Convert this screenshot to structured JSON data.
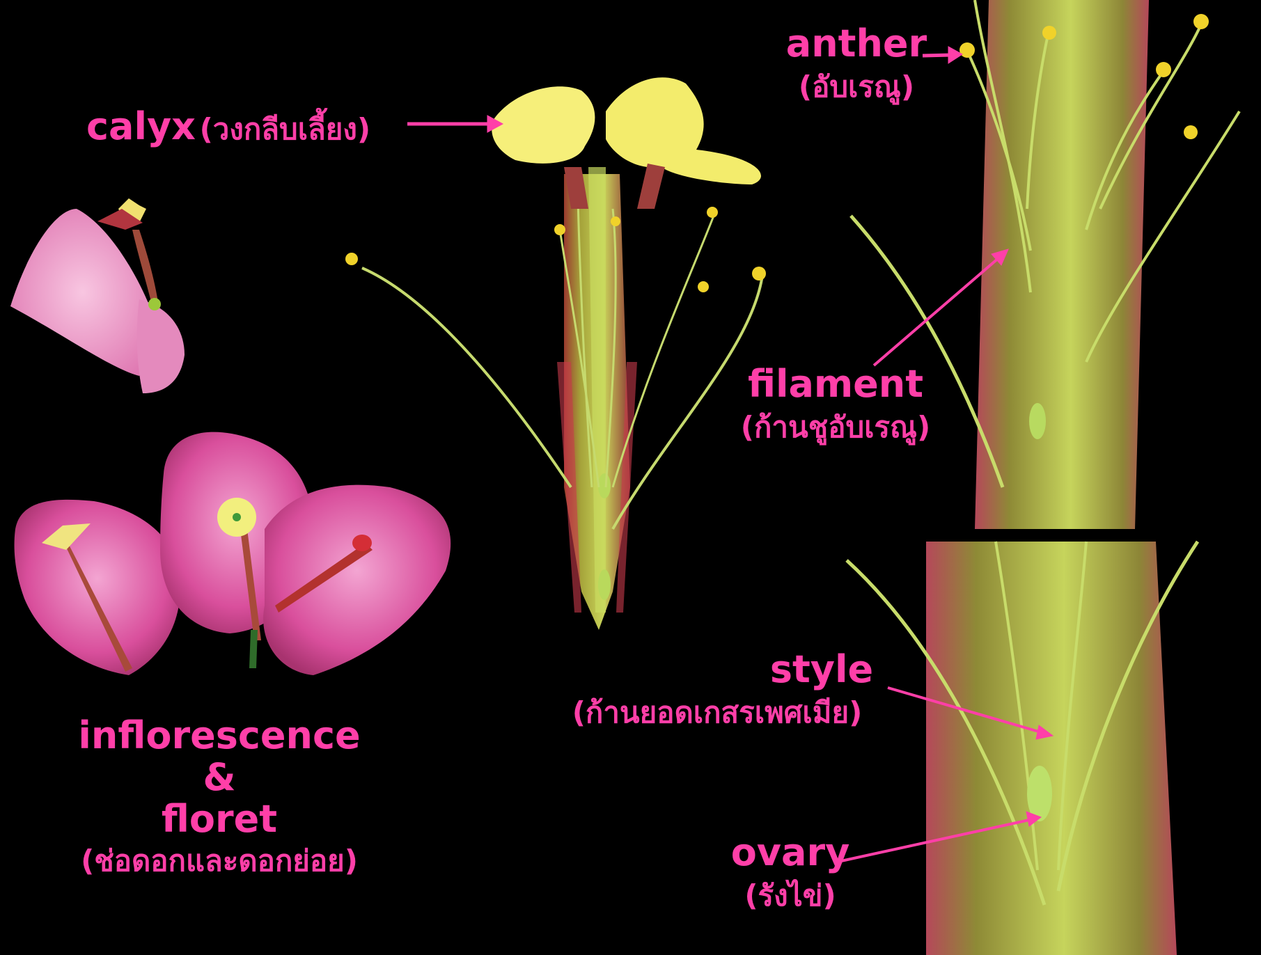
{
  "labels": {
    "calyx": {
      "en": "calyx",
      "th": "(วงกลีบเลี้ยง)"
    },
    "anther": {
      "en": "anther",
      "th": "(อับเรณู)"
    },
    "filament": {
      "en": "filament",
      "th": "(ก้านชูอับเรณู)"
    },
    "style": {
      "en": "style",
      "th": "(ก้านยอดเกสรเพศเมีย)"
    },
    "ovary": {
      "en": "ovary",
      "th": "(รังไข่)"
    },
    "inflorescence": {
      "line1": "inflorescence",
      "line2": "&",
      "line3": "floret",
      "th": "(ช่อดอกและดอกย่อย)"
    }
  },
  "colors": {
    "label": "#ff3fa8",
    "background": "#000000",
    "bract": "#d94f9c",
    "bract_light": "#f2a6cf",
    "tube": "#8a9a2a",
    "tube_hair": "#c0506a",
    "anther": "#f2d21c",
    "calyx_lobe": "#f6ef7a"
  }
}
